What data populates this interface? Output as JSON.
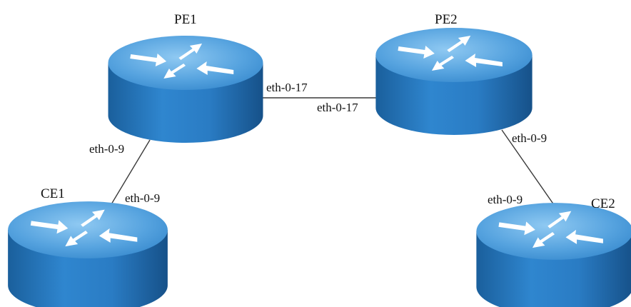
{
  "routers": {
    "pe1": {
      "name": "PE1"
    },
    "pe2": {
      "name": "PE2"
    },
    "ce1": {
      "name": "CE1"
    },
    "ce2": {
      "name": "CE2"
    }
  },
  "links": {
    "pe1_pe2": {
      "a_port": "eth-0-17",
      "b_port": "eth-0-17"
    },
    "pe1_ce1": {
      "a_port": "eth-0-9",
      "b_port": "eth-0-9"
    },
    "pe2_ce2": {
      "a_port": "eth-0-9",
      "b_port": "eth-0-9"
    }
  },
  "colors": {
    "router_top": "#5aa6e0",
    "router_side": "#1f6fb2",
    "arrow": "#ffffff",
    "link": "#3a3a3a"
  },
  "icons": {
    "router": "router-icon"
  }
}
